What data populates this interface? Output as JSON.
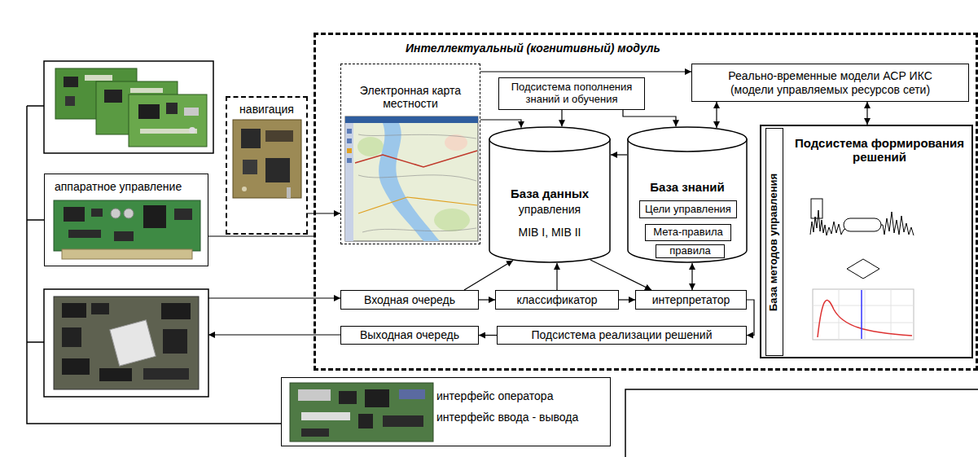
{
  "diagram": {
    "nodes": [
      {
        "text": [
          "навигация"
        ]
      },
      {
        "text": [
          "аппаратное управление"
        ]
      },
      {
        "text": [
          "интерфейс оператора",
          "интерфейс ввода - вывода"
        ]
      },
      {
        "text": [
          "Интеллектуальный (когнитивный) модуль"
        ]
      },
      {
        "text": [
          "Электронная карта местности"
        ],
        "in": 3
      },
      {
        "text": [
          "Подсистема пополнения знаний и обучения"
        ],
        "in": 3
      },
      {
        "text": [
          "Реально-временные модели АСР ИКС (модели управляемых ресурсов сети)"
        ],
        "in": 3
      },
      {
        "text": [
          "База данных",
          "управления",
          "MIB I, MIB II"
        ],
        "in": 3
      },
      {
        "text": [
          "База знаний"
        ],
        "in": 3
      },
      {
        "text": [
          "Цели управления"
        ],
        "in": 8
      },
      {
        "text": [
          "Мета-правила"
        ],
        "in": 8
      },
      {
        "text": [
          "правила"
        ],
        "in": 8
      },
      {
        "text": [
          "Подсистема формирования решений"
        ],
        "in": 3
      },
      {
        "text": [
          "База методов управления"
        ],
        "in": 12
      },
      {
        "text": [
          "Входная очередь"
        ],
        "in": 3
      },
      {
        "text": [
          "классификатор"
        ],
        "in": 3
      },
      {
        "text": [
          "интерпретатор"
        ],
        "in": 3
      },
      {
        "text": [
          "Выходная очередь"
        ],
        "in": 3
      },
      {
        "text": [
          "Подсистема реализации решений"
        ],
        "in": 3
      }
    ],
    "edges": [
      {
        "from": 0,
        "to": 4,
        "arrow": "to"
      },
      {
        "from": 1,
        "to": 3,
        "arrow": "none"
      },
      {
        "from": 4,
        "to": 6,
        "arrow": "to"
      },
      {
        "from": 4,
        "to": 7,
        "arrow": "to"
      },
      {
        "from": 5,
        "to": 7,
        "arrow": "to"
      },
      {
        "from": 5,
        "to": 8,
        "arrow": "to"
      },
      {
        "from": 6,
        "to": 8,
        "arrow": "both"
      },
      {
        "from": 6,
        "to": 12,
        "arrow": "both"
      },
      {
        "from": 8,
        "to": 7,
        "arrow": "to"
      },
      {
        "from": 14,
        "to": 7,
        "arrow": "to"
      },
      {
        "from": 15,
        "to": 7,
        "arrow": "to"
      },
      {
        "from": 7,
        "to": 16,
        "arrow": "to"
      },
      {
        "from": 8,
        "to": 16,
        "arrow": "both"
      },
      {
        "from": 14,
        "to": 15,
        "arrow": "to"
      },
      {
        "from": 15,
        "to": 16,
        "arrow": "to"
      },
      {
        "from": 16,
        "to": 18,
        "arrow": "to"
      },
      {
        "from": 18,
        "to": 17,
        "arrow": "to"
      }
    ]
  }
}
